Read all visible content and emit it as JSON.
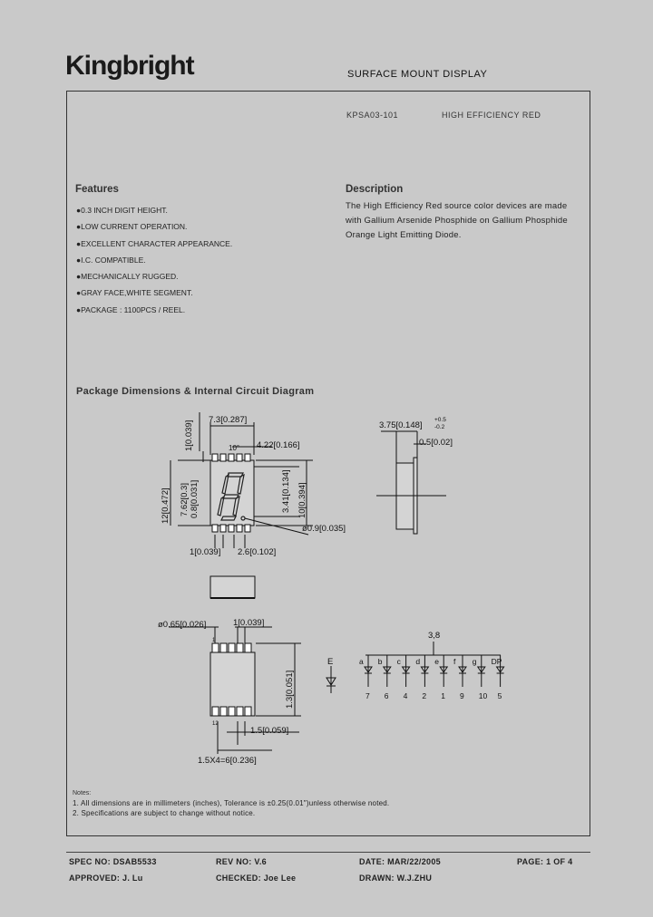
{
  "header": {
    "logo": "Kingbright",
    "doc_type": "SURFACE MOUNT DISPLAY",
    "part_number": "KPSA03-101",
    "part_color": "HIGH EFFICIENCY RED"
  },
  "features": {
    "heading": "Features",
    "items": [
      "●0.3 INCH DIGIT HEIGHT.",
      "●LOW CURRENT OPERATION.",
      "●EXCELLENT CHARACTER APPEARANCE.",
      "●I.C. COMPATIBLE.",
      "●MECHANICALLY RUGGED.",
      "●GRAY FACE,WHITE SEGMENT.",
      "●PACKAGE : 1100PCS / REEL."
    ]
  },
  "description": {
    "heading": "Description",
    "text": "The High Efficiency Red source color devices are made with Gallium Arsenide Phosphide on Gallium Phosphide Orange Light Emitting Diode."
  },
  "package": {
    "heading": "Package Dimensions & Internal Circuit Diagram",
    "dims": {
      "top_width": "7.3[0.287]",
      "top_margin": "1[0.039]",
      "angle": "10°",
      "seg_offset": "4.22[0.166]",
      "height_total": "12[0.472]",
      "digit_height": "7.62[0.3]",
      "seg_width": "0.8[0.031]",
      "inner_h": "3.41[0.134]",
      "height_10": "10[0.394]",
      "hole": "ø0.9[0.035]",
      "bottom_1": "1[0.039]",
      "bottom_2": "2.6[0.102]",
      "side_depth": "3.75[0.148]",
      "tol_plus": "+0.5",
      "tol_minus": "-0.2",
      "side_small": "0.5[0.02]",
      "pad_dia": "ø0.65[0.026]",
      "pad_pitch": "1[0.039]",
      "pad_len": "1.3[0.051]",
      "pad_edge": "1.5[0.059]",
      "pad_span": "1.5X4=6[0.236]",
      "pin_12": "12",
      "pin_1": "1"
    },
    "circuit": {
      "common": "3,8",
      "side_label": "E",
      "segments": [
        "a",
        "b",
        "c",
        "d",
        "e",
        "f",
        "g",
        "DP"
      ],
      "pins": [
        "7",
        "6",
        "4",
        "2",
        "1",
        "9",
        "10",
        "5"
      ]
    }
  },
  "notes": {
    "title": "Notes:",
    "items": [
      "1. All dimensions are in millimeters (inches), Tolerance is ±0.25(0.01\")unless otherwise noted.",
      "2. Specifications are subject to change without notice."
    ]
  },
  "footer": {
    "spec_no": "SPEC NO: DSAB5533",
    "rev_no": "REV NO: V.6",
    "date": "DATE: MAR/22/2005",
    "page": "PAGE: 1 OF 4",
    "approved": "APPROVED: J. Lu",
    "checked": "CHECKED: Joe Lee",
    "drawn": "DRAWN: W.J.ZHU"
  }
}
